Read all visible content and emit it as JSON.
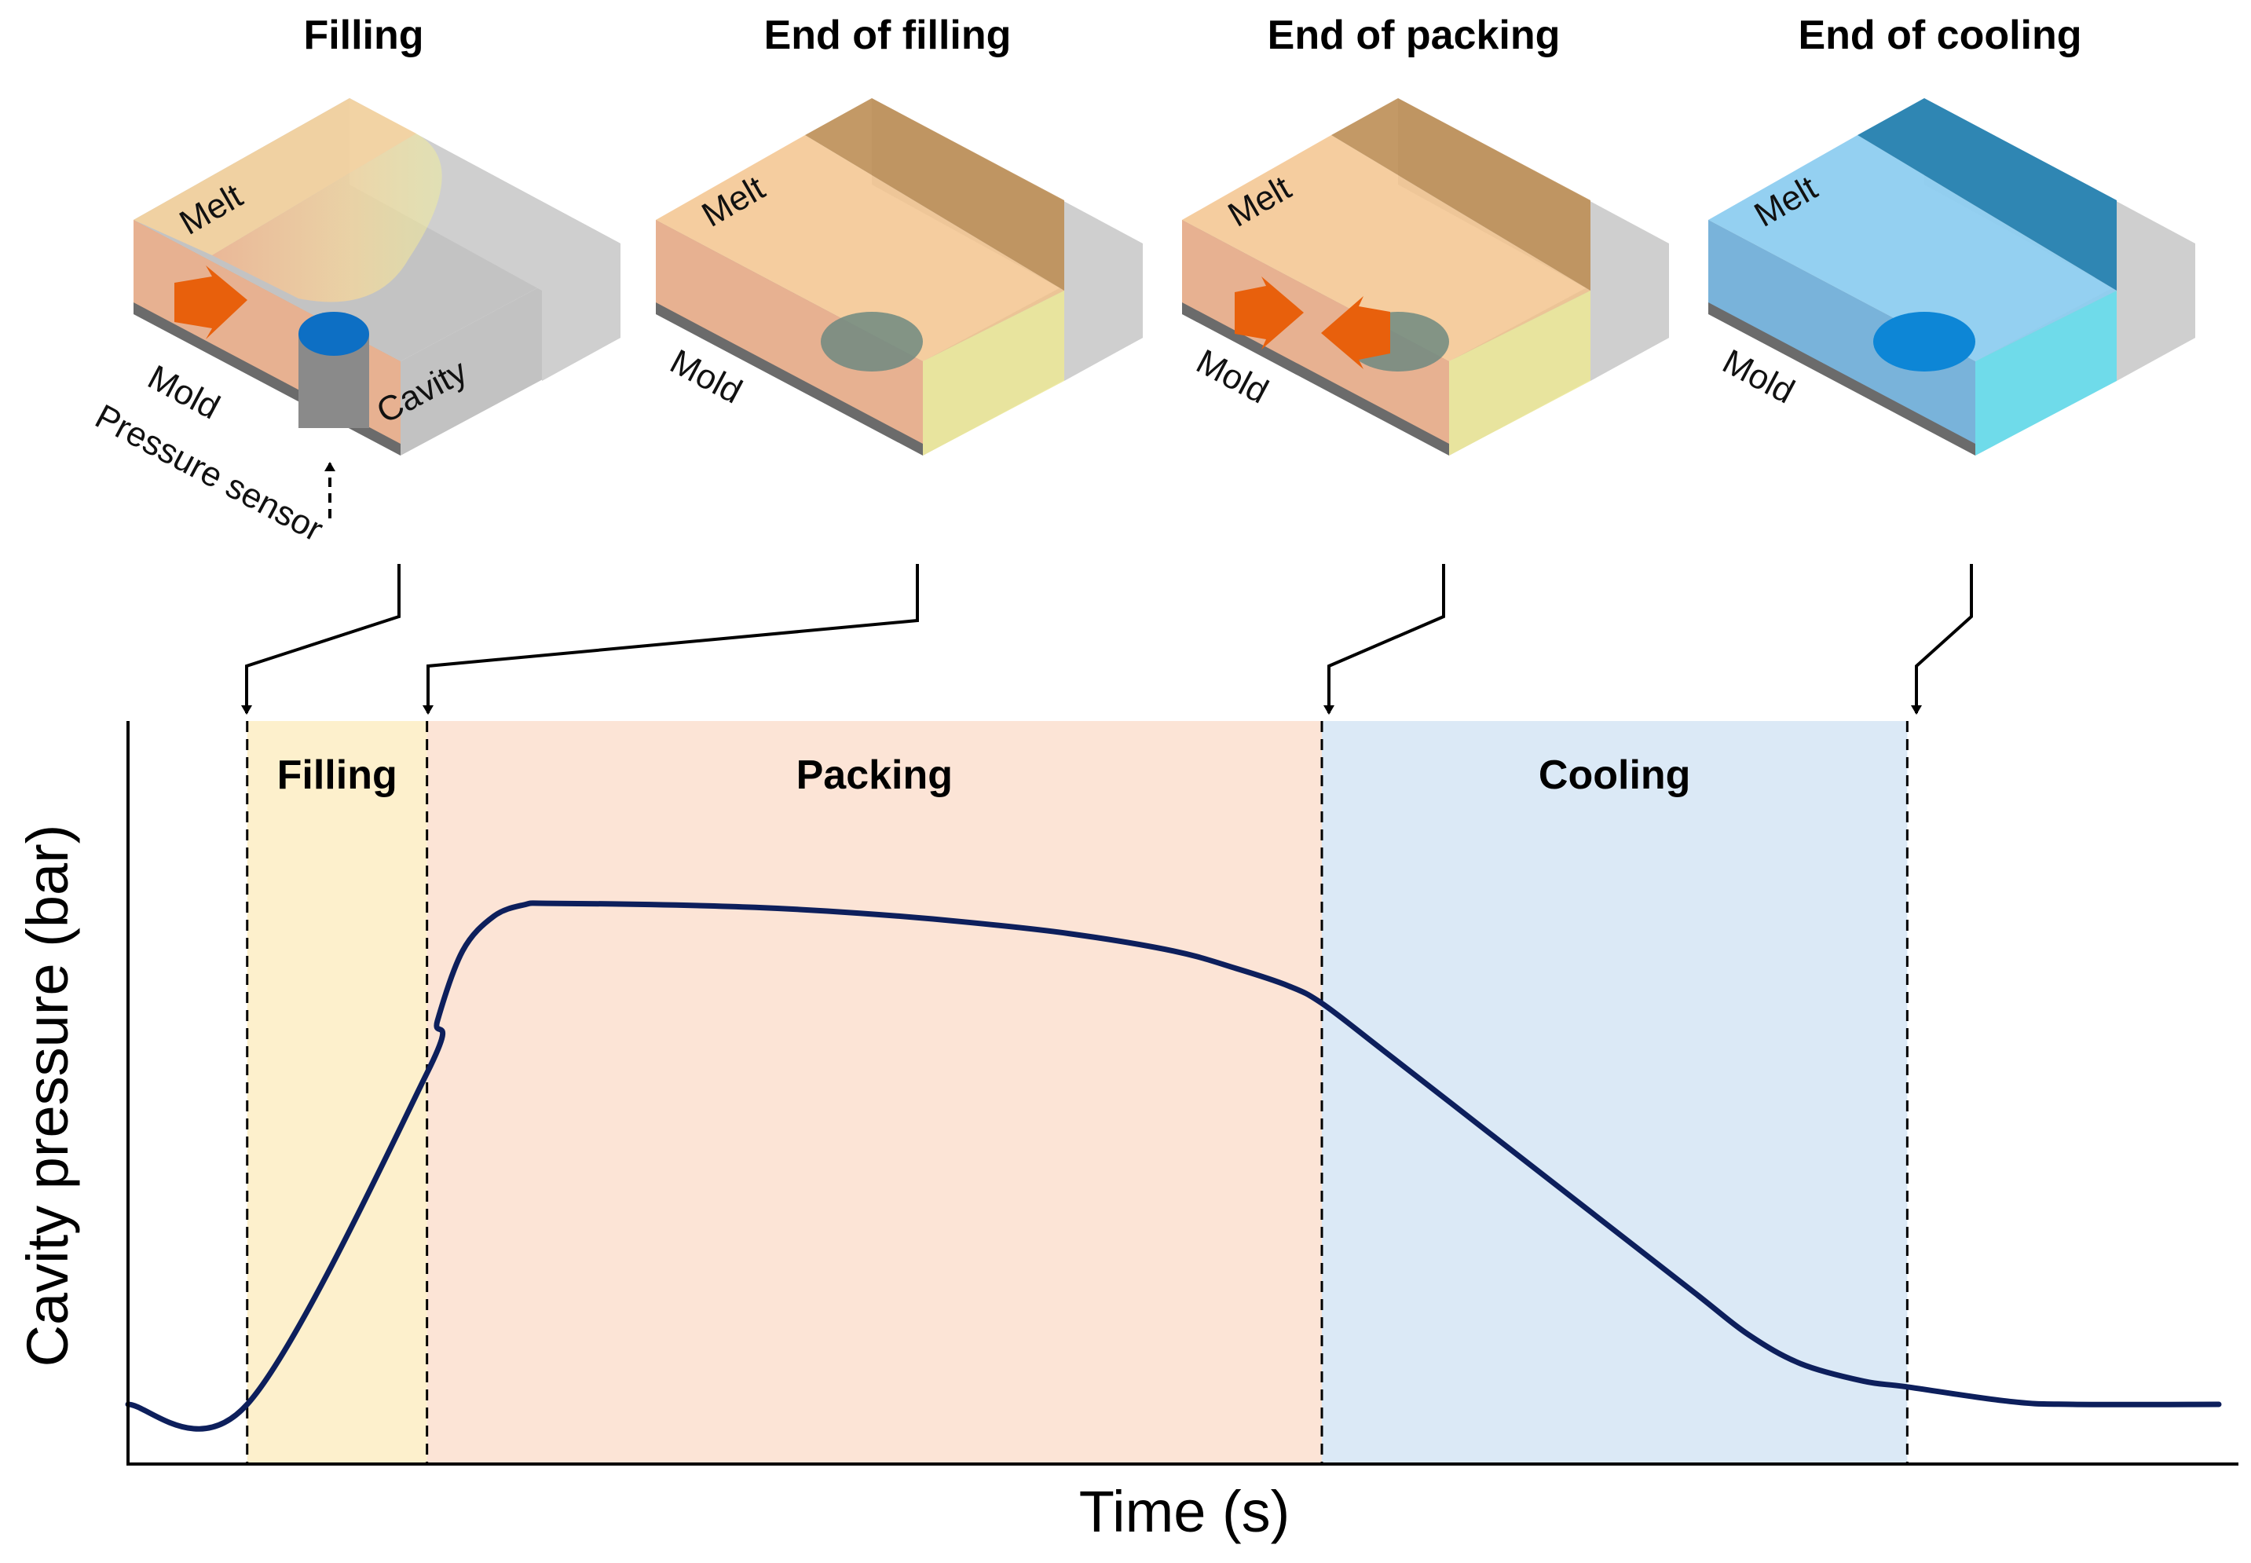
{
  "stages": [
    {
      "title": "Filling",
      "melt": "Melt",
      "mold": "Mold",
      "cavity": "Cavity",
      "sensor": "Pressure sensor"
    },
    {
      "title": "End of filling",
      "melt": "Melt",
      "mold": "Mold"
    },
    {
      "title": "End of packing",
      "melt": "Melt",
      "mold": "Mold"
    },
    {
      "title": "End of cooling",
      "melt": "Melt",
      "mold": "Mold"
    }
  ],
  "colors": {
    "curve": "#0d1f5c",
    "filling_band": "#fdf0cc",
    "packing_band": "#fce4d6",
    "cooling_band": "#dbe9f6",
    "arrow": "#e8600c"
  },
  "chart_data": {
    "type": "line",
    "xlabel": "Time (s)",
    "ylabel": "Cavity pressure (bar)",
    "phases": [
      {
        "label": "Filling",
        "start": 0.057,
        "end": 0.143
      },
      {
        "label": "Packing",
        "start": 0.143,
        "end": 0.571
      },
      {
        "label": "Cooling",
        "start": 0.571,
        "end": 0.851
      }
    ],
    "series": [
      {
        "x": [
          0.0,
          0.057,
          0.143,
          0.148,
          0.16,
          0.175,
          0.19,
          0.2,
          0.25,
          0.3,
          0.35,
          0.4,
          0.45,
          0.5,
          0.53,
          0.555,
          0.571,
          0.6,
          0.65,
          0.7,
          0.75,
          0.775,
          0.8,
          0.83,
          0.851,
          0.9,
          0.93,
          1.0
        ],
        "y": [
          0.0,
          0.0,
          0.57,
          0.66,
          0.78,
          0.84,
          0.86,
          0.862,
          0.86,
          0.855,
          0.845,
          0.83,
          0.81,
          0.78,
          0.75,
          0.72,
          0.69,
          0.61,
          0.47,
          0.33,
          0.19,
          0.12,
          0.07,
          0.04,
          0.03,
          0.005,
          0.0,
          0.0
        ]
      }
    ]
  }
}
